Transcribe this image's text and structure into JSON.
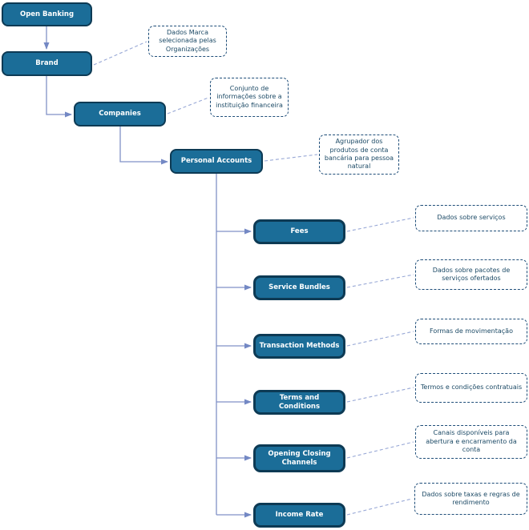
{
  "colors": {
    "node_fill": "#1b6d98",
    "node_border": "#0d3a54",
    "node_text": "#ffffff",
    "connector_line": "#8191c6",
    "annotation_border": "#1f4e79",
    "annotation_text": "#1b4965",
    "background": "#ffffff"
  },
  "nodes": {
    "open_banking": {
      "label": "Open Banking"
    },
    "brand": {
      "label": "Brand"
    },
    "companies": {
      "label": "Companies"
    },
    "personal_accounts": {
      "label": "Personal Accounts"
    },
    "fees": {
      "label": "Fees"
    },
    "service_bundles": {
      "label": "Service Bundles"
    },
    "transaction_methods": {
      "label": "Transaction Methods"
    },
    "terms_and_conditions": {
      "label": "Terms and Conditions"
    },
    "opening_closing_channels": {
      "label": "Opening Closing Channels"
    },
    "income_rate": {
      "label": "Income Rate"
    }
  },
  "annotations": {
    "brand": {
      "text": "Dados Marca selecionada pelas Organizações"
    },
    "companies": {
      "text": "Conjunto de informações sobre a instituição financeira"
    },
    "personal_accounts": {
      "text": "Agrupador dos produtos de conta bancária para pessoa natural"
    },
    "fees": {
      "text": "Dados sobre serviços"
    },
    "service_bundles": {
      "text": "Dados sobre pacotes de serviços ofertados"
    },
    "transaction_methods": {
      "text": "Formas de movimentação"
    },
    "terms_and_conditions": {
      "text": "Termos e condições contratuais"
    },
    "opening_closing_channels": {
      "text": "Canais disponíveis para abertura e encarramento da conta"
    },
    "income_rate": {
      "text": "Dados sobre taxas e regras de rendimento"
    }
  }
}
